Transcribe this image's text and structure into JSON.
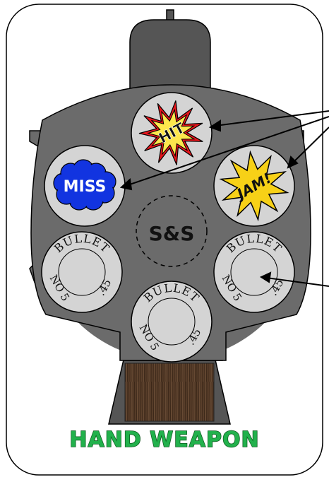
{
  "card": {
    "title": "HAND WEAPON",
    "brand": "S&S"
  },
  "chambers": [
    {
      "slot": "top",
      "result": "HIT",
      "style": "burst-red"
    },
    {
      "slot": "upper-left",
      "result": "MISS",
      "style": "cloud-blue"
    },
    {
      "slot": "upper-right",
      "result": "JAM!",
      "style": "burst-yellow"
    },
    {
      "slot": "lower-left",
      "result": "bullet"
    },
    {
      "slot": "bottom",
      "result": "bullet"
    },
    {
      "slot": "lower-right",
      "result": "bullet"
    }
  ],
  "bullet": {
    "top_text": "BULLET",
    "bottom_text": "NO 5",
    "caliber": ".45"
  },
  "colors": {
    "frame": "#000000",
    "cylinder": "#6b6b6b",
    "chamber": "#d4d4d4",
    "grip": "#5a3f2b",
    "title_fill": "#22b14c",
    "title_stroke": "#0f5a1f",
    "hit_outer": "#e8161c",
    "hit_inner": "#fde74c",
    "miss_cloud": "#1234e0",
    "jam_burst": "#f7d117"
  }
}
